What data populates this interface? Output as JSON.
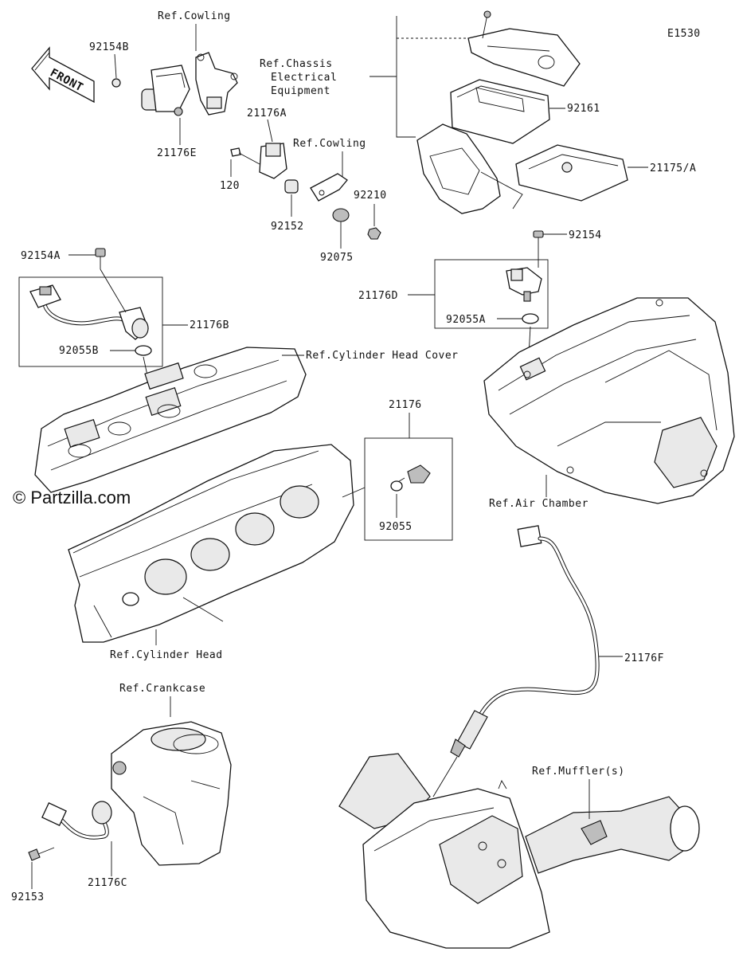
{
  "diagram_code": "E1530",
  "watermark": "© Partzilla.com",
  "front_arrow_label": "FRONT",
  "part_labels": {
    "p92154B": "92154B",
    "p21176E": "21176E",
    "p21176A": "21176A",
    "p120": "120",
    "p92152": "92152",
    "p92075": "92075",
    "p92210": "92210",
    "p92161": "92161",
    "p21175A": "21175/A",
    "p92154": "92154",
    "p21176D": "21176D",
    "p92055A": "92055A",
    "p92154A": "92154A",
    "p21176B": "21176B",
    "p92055B": "92055B",
    "p21176": "21176",
    "p92055": "92055",
    "p21176F": "21176F",
    "p92153": "92153",
    "p21176C": "21176C"
  },
  "reference_labels": {
    "cowling_top": "Ref.Cowling",
    "cowling_mid": "Ref.Cowling",
    "chassis_line1": "Ref.Chassis",
    "chassis_line2": "Electrical",
    "chassis_line3": "Equipment",
    "cylinder_head_cover": "Ref.Cylinder Head Cover",
    "air_chamber": "Ref.Air Chamber",
    "cylinder_head": "Ref.Cylinder Head",
    "crankcase": "Ref.Crankcase",
    "mufflers": "Ref.Muffler(s)"
  }
}
